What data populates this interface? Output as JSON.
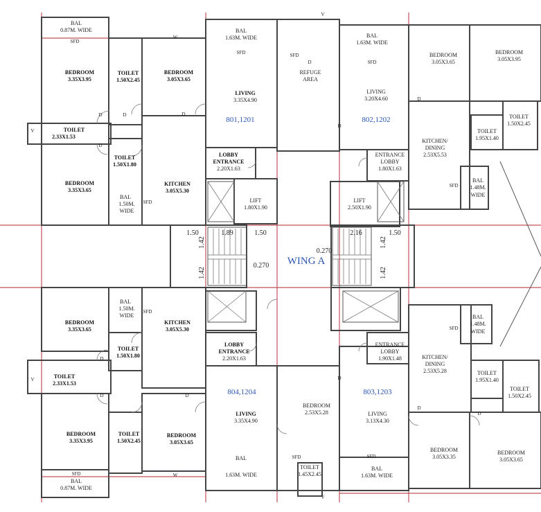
{
  "wing_label": "WING A",
  "units": [
    "801,1201",
    "802,1202",
    "804,1204",
    "803,1203"
  ],
  "rooms": {
    "bal_087_top": "BAL",
    "bal_087_top_dim": "0.87M. WIDE",
    "bed_335x395_top": "BEDROOM",
    "bed_335x395_top_dim": "3.35X3.95",
    "toilet_150x245_top": "TOILET",
    "toilet_150x245_top_dim": "1.50X2.45",
    "bed_305x365_top": "BEDROOM",
    "bed_305x365_top_dim": "3.05X3.65",
    "toilet_233_top": "TOILET",
    "toilet_233_top_dim": "2.33X1.53",
    "toilet_150x180_top": "TOILET",
    "toilet_150x180_top_dim": "1.50X1.80",
    "bed_335x365_top": "BEDROOM",
    "bed_335x365_top_dim": "3.35X3.65",
    "kitchen_top": "KITCHEN",
    "kitchen_top_dim": "3.05X5.30",
    "bal_150_top": "BAL",
    "bal_150_top_dim": "1.50M.",
    "bal_150_top_dim2": "WIDE",
    "bal_163_801": "BAL",
    "bal_163_801_dim": "1.63M. WIDE",
    "living_801": "LIVING",
    "living_801_dim": "3.35X4.90",
    "lobby_801": "LOBBY",
    "lobby_801_2": "ENTRANCE",
    "lobby_801_dim": "2.20X1.63",
    "refuge": "REFUGE",
    "refuge_2": "AREA",
    "bal_163_802": "BAL",
    "bal_163_802_dim": "1.63M. WIDE",
    "living_802": "LIVING",
    "living_802_dim": "3.20X4.60",
    "bed_802a": "BEDROOM",
    "bed_802a_dim": "3.05X3.65",
    "bed_802b": "BEDROOM",
    "bed_802b_dim": "3.05X3.95",
    "toilet_802a": "TOILET",
    "toilet_802a_dim": "1.50X2.45",
    "toilet_802b": "TOILET",
    "toilet_802b_dim": "1.95X1.40",
    "kitchen_802": "KITCHEN/",
    "kitchen_802_2": "DINING",
    "kitchen_802_dim": "2.53X5.53",
    "entrance_802": "ENTRANCE",
    "entrance_802_2": "LOBBY",
    "entrance_802_dim": "1.80X1.63",
    "bal_148_top": "BAL",
    "bal_148_top_dim": "1.48M.",
    "bal_148_top_dim2": "WIDE",
    "lift_left": "LIFT",
    "lift_left_dim": "1.80X1.90",
    "lift_right": "LIFT",
    "lift_right_dim": "2.50X1.90",
    "bal_150_bot": "BAL",
    "bal_150_bot_dim": "1.50M.",
    "bal_150_bot_dim2": "WIDE",
    "bed_335x365_bot": "BEDROOM",
    "bed_335x365_bot_dim": "3.35X3.65",
    "kitchen_bot": "KITCHEN",
    "kitchen_bot_dim": "3.05X5.30",
    "toilet_150x180_bot": "TOILET",
    "toilet_150x180_bot_dim": "1.50X1.80",
    "toilet_233_bot": "TOILET",
    "toilet_233_bot_dim": "2.33X1.53",
    "lobby_804": "LOBBY",
    "lobby_804_2": "ENTRANCE",
    "lobby_804_dim": "2.20X1.63",
    "living_804": "LIVING",
    "living_804_dim": "3.35X4.90",
    "bed_335x395_bot": "BEDROOM",
    "bed_335x395_bot_dim": "3.35X3.95",
    "toilet_150x245_bot": "TOILET",
    "toilet_150x245_bot_dim": "1.50X2.45",
    "bed_305x365_bot": "BEDROOM",
    "bed_305x365_bot_dim": "3.05X3.65",
    "bal_087_bot": "BAL",
    "bal_087_bot_dim": "0.87M. WIDE",
    "bal_163_804": "BAL",
    "bal_163_804_dim": "1.63M. WIDE",
    "entrance_803": "ENTRANCE",
    "entrance_803_2": "LOBBY",
    "entrance_803_dim": "1.90X1.48",
    "kitchen_803": "KITCHEN/",
    "kitchen_803_2": "DINING",
    "kitchen_803_dim": "2.53X5.28",
    "bal_148_bot": "BAL",
    "bal_148_bot_dim": "1.48M.",
    "bal_148_bot_dim2": "WIDE",
    "bed_803_253": "BEDROOM",
    "bed_803_253_dim": "2.53X5.28",
    "living_803": "LIVING",
    "living_803_dim": "3.13X4.30",
    "toilet_803a": "TOILET",
    "toilet_803a_dim": "1.95X1.40",
    "toilet_803b": "TOILET",
    "toilet_803b_dim": "1.50X2.45",
    "bed_803a": "BEDROOM",
    "bed_803a_dim": "3.05X3.35",
    "bed_803b": "BEDROOM",
    "bed_803b_dim": "3.05X3.65",
    "toilet_803c": "TOILET",
    "toilet_803c_dim": "1.45X2.45",
    "bal_163_803": "BAL",
    "bal_163_803_dim": "1.63M. WIDE"
  },
  "dims": {
    "d150a": "1.50",
    "d189": "1.89",
    "d150b": "1.50",
    "d216": "2.16",
    "d150c": "1.50",
    "d142a": "1.42",
    "d142b": "1.42",
    "d142c": "1.42",
    "d142d": "1.42",
    "d270a": "0.270",
    "d270b": "0.270"
  },
  "tags": {
    "sfd": "SFD",
    "d": "D",
    "w": "W",
    "v": "V"
  }
}
